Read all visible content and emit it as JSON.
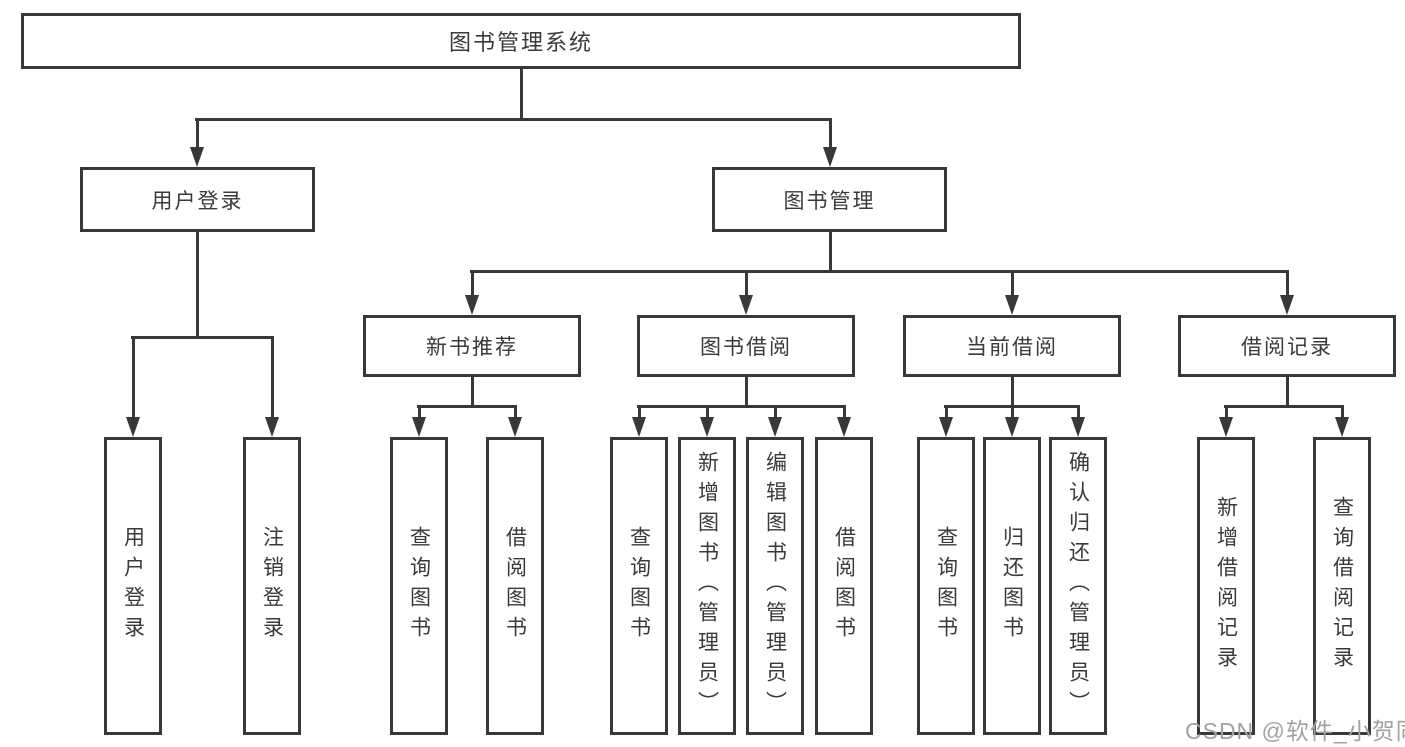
{
  "root": {
    "label": "图书管理系统",
    "children": [
      {
        "label": "用户登录",
        "children": [
          {
            "label": "用户登录"
          },
          {
            "label": "注销登录"
          }
        ]
      },
      {
        "label": "图书管理",
        "children": [
          {
            "label": "新书推荐",
            "children": [
              {
                "label": "查询图书"
              },
              {
                "label": "借阅图书"
              }
            ]
          },
          {
            "label": "图书借阅",
            "children": [
              {
                "label": "查询图书"
              },
              {
                "label": "新增图书（管理员）"
              },
              {
                "label": "编辑图书（管理员）"
              },
              {
                "label": "借阅图书"
              }
            ]
          },
          {
            "label": "当前借阅",
            "children": [
              {
                "label": "查询图书"
              },
              {
                "label": "归还图书"
              },
              {
                "label": "确认归还（管理员）"
              }
            ]
          },
          {
            "label": "借阅记录",
            "children": [
              {
                "label": "新增借阅记录"
              },
              {
                "label": "查询借阅记录"
              }
            ]
          }
        ]
      }
    ]
  },
  "watermark": "CSDN @软件_小贺同学",
  "colors": {
    "line": "#383838",
    "text": "#3a3a3a",
    "watermark": "#a2a2a2",
    "background": "#ffffff"
  }
}
